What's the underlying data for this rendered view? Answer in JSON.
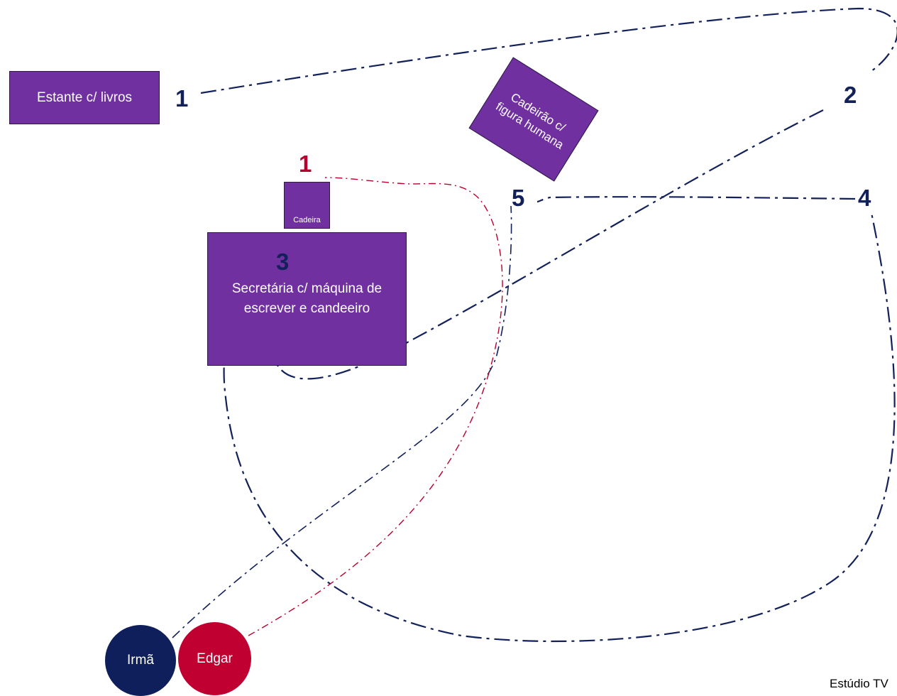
{
  "furniture": {
    "estante": "Estante c/ livros",
    "cadeira": "Cadeira",
    "secretaria": "Secretária c/ máquina de escrever e candeeiro",
    "cadeirao": "Cadeirão c/ figura humana"
  },
  "positions": {
    "irma": {
      "1": "1",
      "2": "2",
      "3": "3",
      "4": "4",
      "5": "5"
    },
    "edgar": {
      "1": "1"
    }
  },
  "actors": {
    "irma": "Irmã",
    "edgar": "Edgar"
  },
  "footer": "Estúdio TV",
  "colors": {
    "furniture": "#7030a0",
    "irma": "#0f1f5c",
    "edgar": "#c00030",
    "path_irma": "#13215a",
    "path_edgar": "#b8002e"
  }
}
